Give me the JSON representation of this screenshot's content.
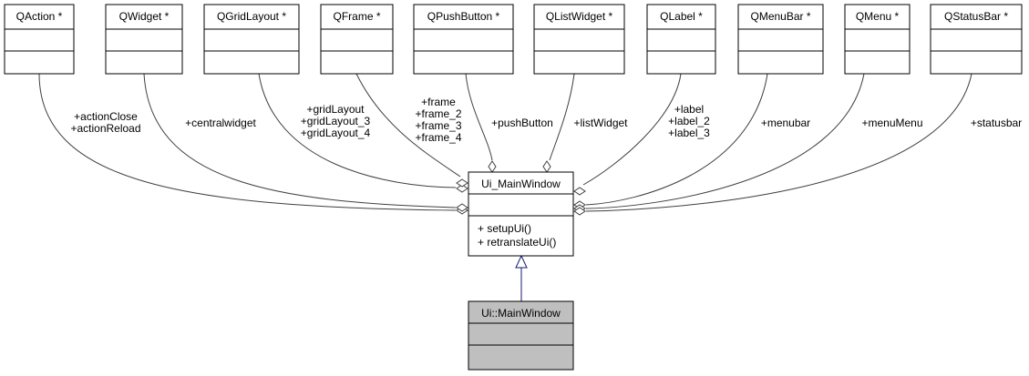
{
  "diagram": {
    "top_classes": [
      {
        "id": "qaction",
        "name": "QAction *"
      },
      {
        "id": "qwidget",
        "name": "QWidget *"
      },
      {
        "id": "qgridlayout",
        "name": "QGridLayout *"
      },
      {
        "id": "qframe",
        "name": "QFrame *"
      },
      {
        "id": "qpushbutton",
        "name": "QPushButton *"
      },
      {
        "id": "qlistwidget",
        "name": "QListWidget *"
      },
      {
        "id": "qlabel",
        "name": "QLabel *"
      },
      {
        "id": "qmenubar",
        "name": "QMenuBar *"
      },
      {
        "id": "qmenu",
        "name": "QMenu *"
      },
      {
        "id": "qstatusbar",
        "name": "QStatusBar *"
      }
    ],
    "main_class": {
      "name": "Ui_MainWindow",
      "methods": [
        "+ setupUi()",
        "+ retranslateUi()"
      ]
    },
    "derived_class": {
      "name": "Ui::MainWindow"
    },
    "associations": [
      {
        "from": "qaction",
        "labels": [
          "+actionClose",
          "+actionReload"
        ]
      },
      {
        "from": "qwidget",
        "labels": [
          "+centralwidget"
        ]
      },
      {
        "from": "qgridlayout",
        "labels": [
          "+gridLayout",
          "+gridLayout_3",
          "+gridLayout_4"
        ]
      },
      {
        "from": "qframe",
        "labels": [
          "+frame",
          "+frame_2",
          "+frame_3",
          "+frame_4"
        ]
      },
      {
        "from": "qpushbutton",
        "labels": [
          "+pushButton"
        ]
      },
      {
        "from": "qlistwidget",
        "labels": [
          "+listWidget"
        ]
      },
      {
        "from": "qlabel",
        "labels": [
          "+label",
          "+label_2",
          "+label_3"
        ]
      },
      {
        "from": "qmenubar",
        "labels": [
          "+menubar"
        ]
      },
      {
        "from": "qmenu",
        "labels": [
          "+menuMenu"
        ]
      },
      {
        "from": "qstatusbar",
        "labels": [
          "+statusbar"
        ]
      }
    ],
    "colors": {
      "box_stroke": "#000000",
      "box_fill": "#ffffff",
      "highlight_fill": "#bfbfbf",
      "edge": "#404040",
      "inheritance_edge": "#191970"
    }
  }
}
